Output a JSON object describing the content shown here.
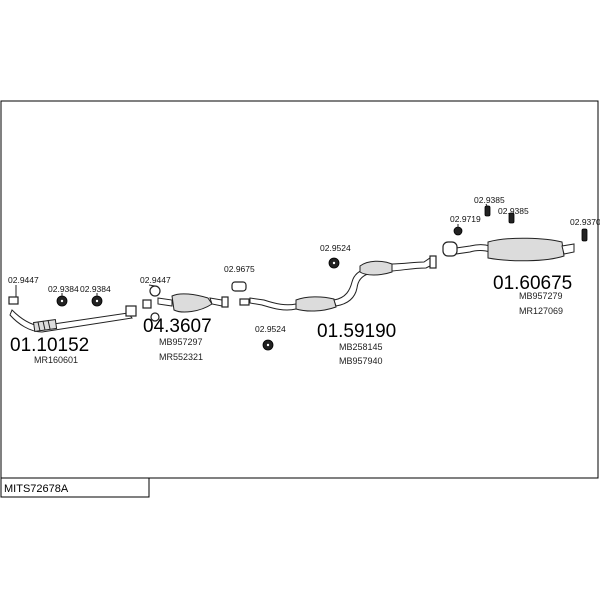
{
  "diagram_code": "MITS72678A",
  "groups": [
    {
      "part_no": "01.10152",
      "refs": [
        "MR160601"
      ]
    },
    {
      "part_no": "04.3607",
      "refs": [
        "MB957297",
        "MR552321"
      ]
    },
    {
      "part_no": "01.59190",
      "refs": [
        "MB258145",
        "MB957940"
      ]
    },
    {
      "part_no": "01.60675",
      "refs": [
        "MB957279",
        "MR127069"
      ]
    }
  ],
  "accessories": [
    {
      "code": "02.9447"
    },
    {
      "code": "02.9384"
    },
    {
      "code": "02.9384"
    },
    {
      "code": "02.9447"
    },
    {
      "code": "02.9675"
    },
    {
      "code": "02.9524"
    },
    {
      "code": "02.9524"
    },
    {
      "code": "02.9719"
    },
    {
      "code": "02.9385"
    },
    {
      "code": "02.9385"
    },
    {
      "code": "02.9370"
    }
  ]
}
